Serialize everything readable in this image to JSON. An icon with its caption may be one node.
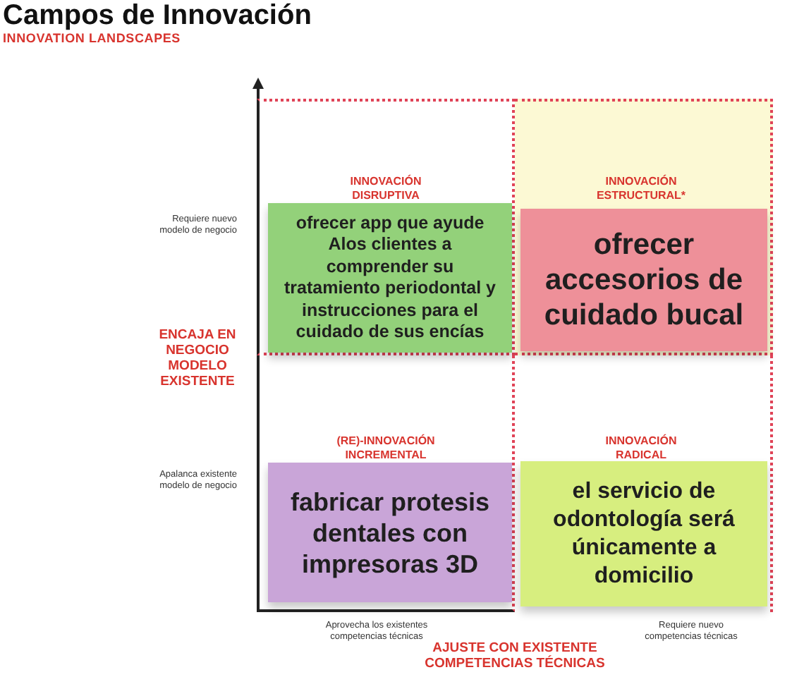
{
  "diagram": {
    "title": "Campos de Innovación",
    "nodes": [
      {
        "text": [
          "INNOVACIÓN DISRUPTIVA"
        ]
      },
      {
        "text": [
          "ofrecer app que ayude Alos clientes a comprender su tratamiento periodontal y instrucciones para el cuidado de sus encías"
        ],
        "in": 0
      },
      {
        "text": [
          "INNOVACIÓN ESTRUCTURAL*"
        ]
      },
      {
        "text": [
          "ofrecer accesorios de cuidado bucal"
        ],
        "in": 2
      },
      {
        "text": [
          "(RE)-INNOVACIÓN INCREMENTAL"
        ]
      },
      {
        "text": [
          "fabricar protesis dentales con impresoras 3D"
        ],
        "in": 4
      },
      {
        "text": [
          "INNOVACIÓN RADICAL"
        ]
      },
      {
        "text": [
          "el servicio de odontología será únicamente a domicilio"
        ],
        "in": 6
      }
    ],
    "labels": [
      "INNOVATION LANDSCAPES",
      "Requiere nuevo modelo de negocio",
      "ENCAJA EN NEGOCIO MODELO EXISTENTE",
      "Apalanca existente modelo de negocio",
      "Aprovecha los existentes competencias técnicas",
      "Requiere nuevo competencias técnicas",
      "AJUSTE CON EXISTENTE COMPETENCIAS TÉCNICAS"
    ]
  }
}
